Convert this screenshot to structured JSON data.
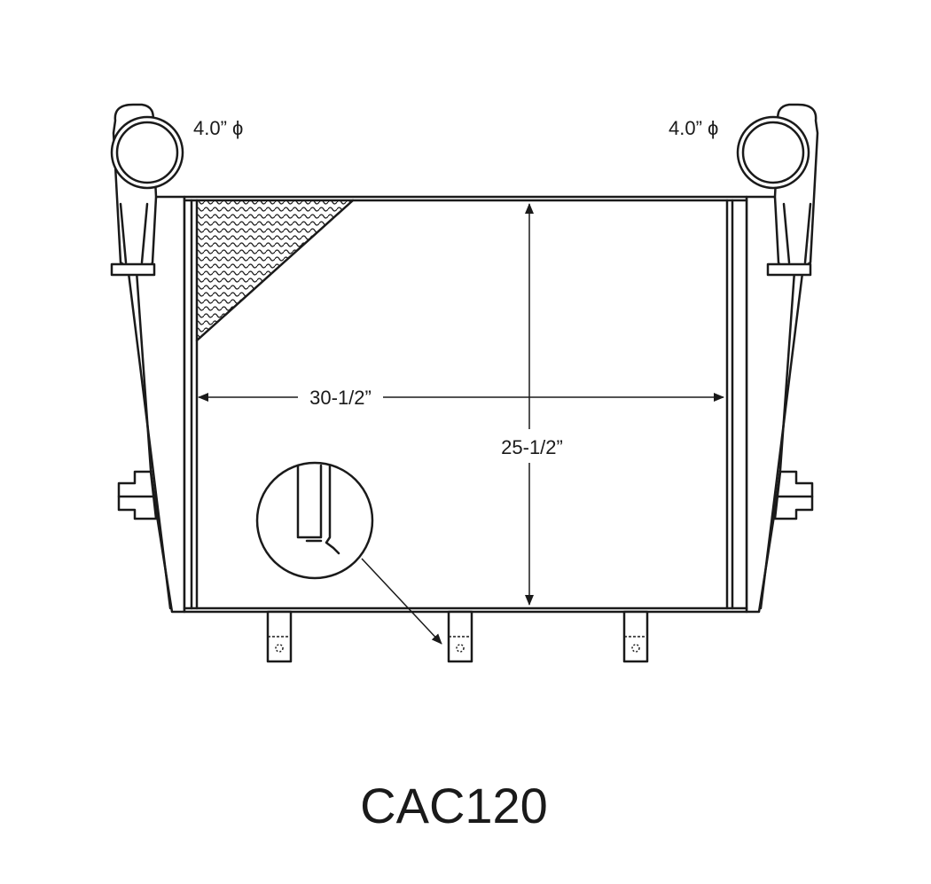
{
  "model": "CAC120",
  "dimensions": {
    "width": "30-1/2”",
    "height": "25-1/2”",
    "inlet_left": "4.0” ϕ",
    "outlet_right": "4.0” ϕ"
  }
}
